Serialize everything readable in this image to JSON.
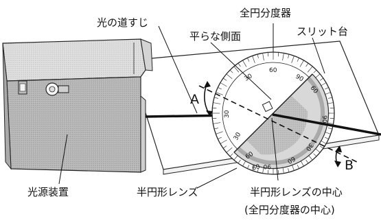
{
  "labels": {
    "light_path": "光の道すじ",
    "full_protractor": "全円分度器",
    "flat_side": "平らな側面",
    "slit_stand": "スリット台",
    "light_source": "光源装置",
    "half_lens": "半円形レンズ",
    "lens_center": "半円形レンズの中心",
    "protractor_center": "(全円分度器の中心)"
  },
  "angles": {
    "a": "A",
    "b": "B"
  },
  "scale_numbers": [
    "30",
    "60",
    "90",
    "60",
    "30",
    "30",
    "60",
    "90",
    "60",
    "30",
    "60",
    "90"
  ]
}
